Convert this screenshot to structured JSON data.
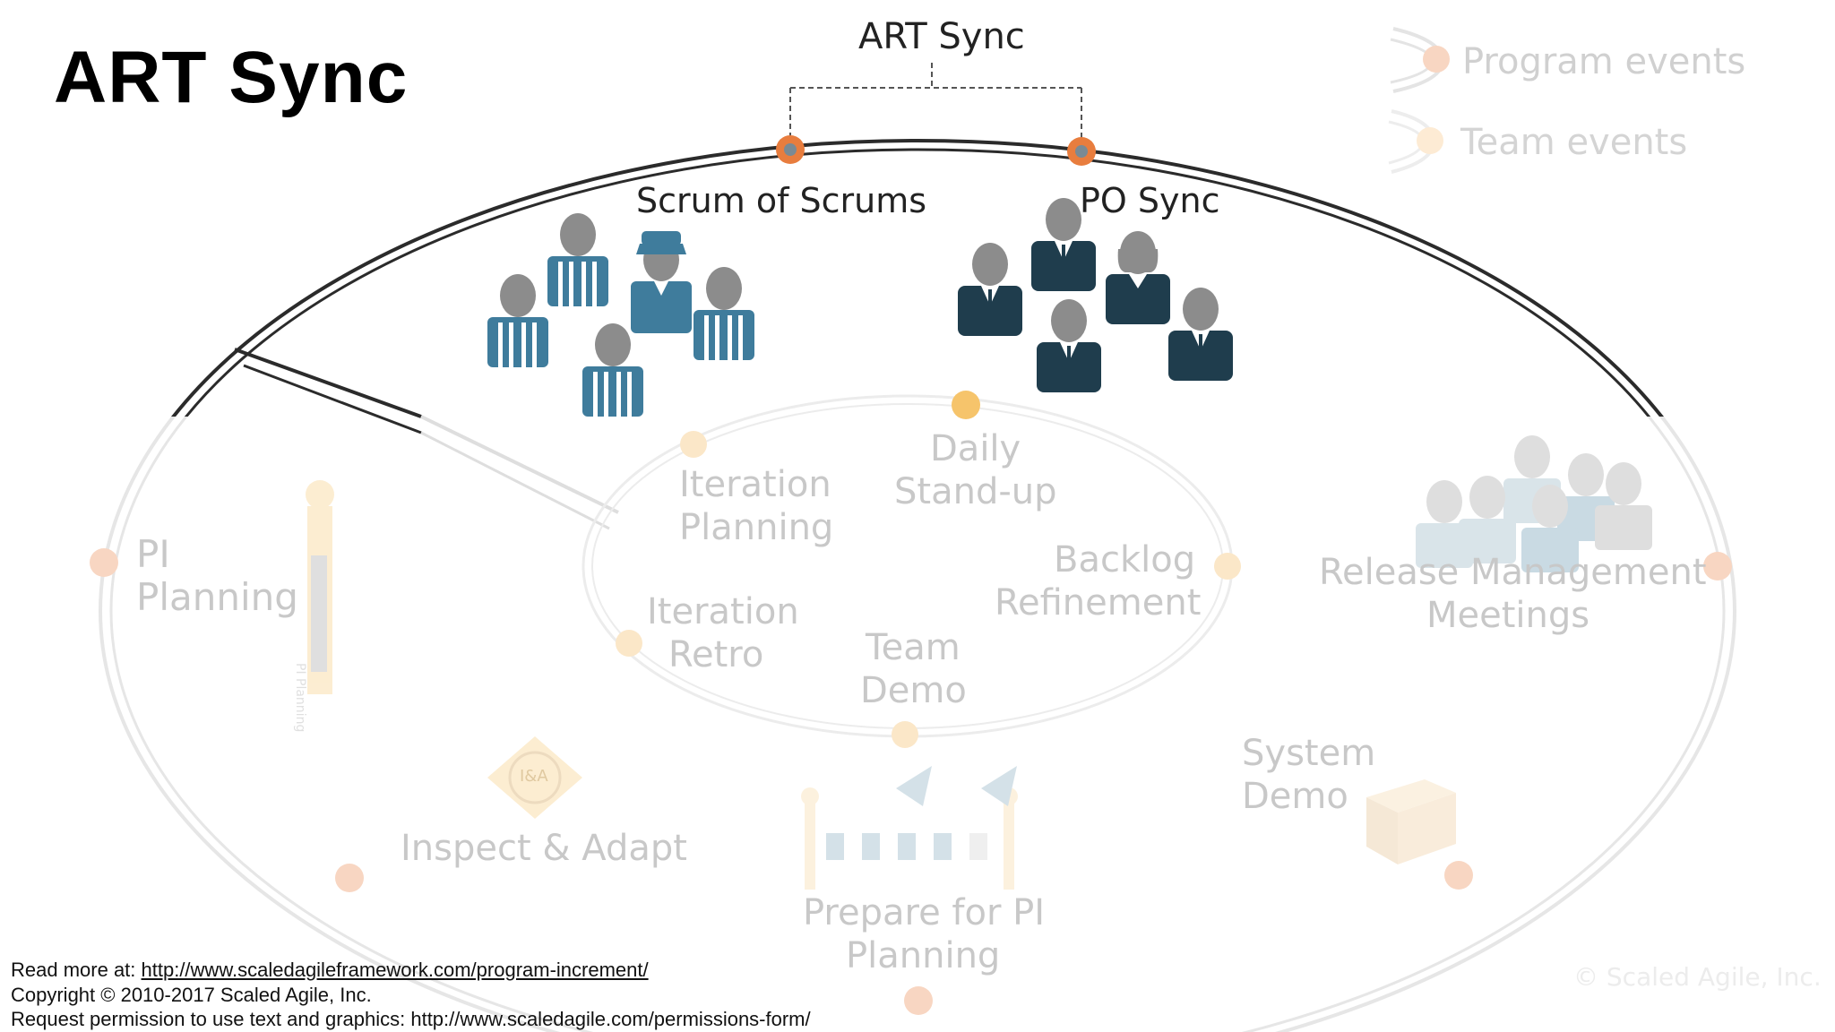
{
  "slide_title": "ART Sync",
  "diagram": {
    "header_label": "ART Sync",
    "legend": {
      "program_events": "Program events",
      "team_events": "Team events"
    },
    "highlighted_events": {
      "scrum_of_scrums": "Scrum of Scrums",
      "po_sync": "PO Sync"
    },
    "team_events": {
      "daily_standup_line1": "Daily",
      "daily_standup_line2": "Stand-up",
      "iteration_planning_line1": "Iteration",
      "iteration_planning_line2": "Planning",
      "backlog_refinement_line1": "Backlog",
      "backlog_refinement_line2": "Refinement",
      "iteration_retro_line1": "Iteration",
      "iteration_retro_line2": "Retro",
      "team_demo_line1": "Team",
      "team_demo_line2": "Demo"
    },
    "program_events": {
      "pi_planning_line1": "PI",
      "pi_planning_line2": "Planning",
      "pi_planning_board_label": "PI Planning",
      "release_management_line1": "Release Management",
      "release_management_line2": "Meetings",
      "system_demo_line1": "System",
      "system_demo_line2": "Demo",
      "inspect_adapt": "Inspect & Adapt",
      "inspect_adapt_badge": "I&A",
      "prepare_pi_line1": "Prepare for PI",
      "prepare_pi_line2": "Planning"
    },
    "watermark": "© Scaled Agile, Inc.",
    "colors": {
      "program_event_dot": "#e87d3e",
      "team_event_dot": "#f6c46b",
      "scrum_team_blue": "#3f7c9c",
      "po_navy": "#1f3d4d",
      "head_gray": "#8c8c8c"
    }
  },
  "footer": {
    "read_more_prefix": "Read more at: ",
    "read_more_url": "http://www.scaledagileframework.com/program-increment/",
    "copyright": "Copyright © 2010-2017 Scaled Agile, Inc.",
    "permission": "Request permission to use text and graphics: http://www.scaledagile.com/permissions-form/"
  }
}
